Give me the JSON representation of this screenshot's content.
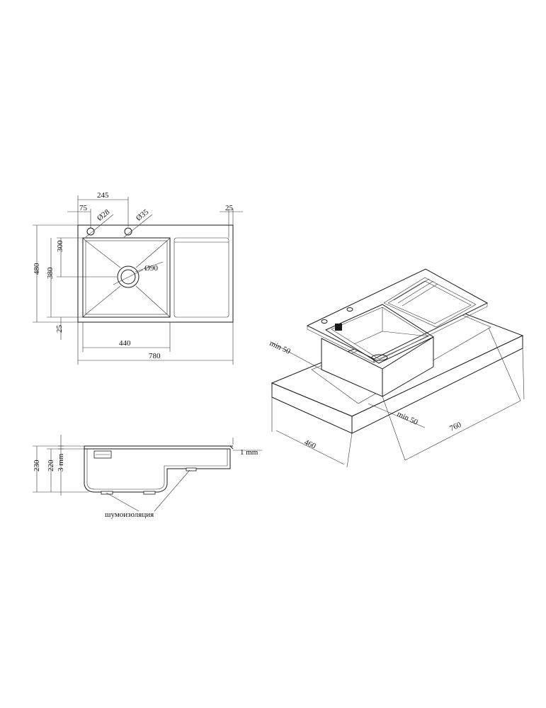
{
  "top_view": {
    "dim_245": "245",
    "dim_75": "75",
    "dim_d28": "Ø28",
    "dim_d35": "Ø35",
    "dim_25_right": "25",
    "dim_480": "480",
    "dim_380": "380",
    "dim_300": "300",
    "dim_d90": "Ø90",
    "dim_25_bottom": "25",
    "dim_440": "440",
    "dim_780": "780"
  },
  "iso_view": {
    "min50_left": "min 50",
    "min50_right": "min 50",
    "dim_460": "460",
    "dim_760": "760"
  },
  "side_view": {
    "dim_230": "230",
    "dim_220": "220",
    "dim_3mm": "3 mm",
    "dim_1mm": "1 mm",
    "insulation_label": "шумоизоляция"
  }
}
